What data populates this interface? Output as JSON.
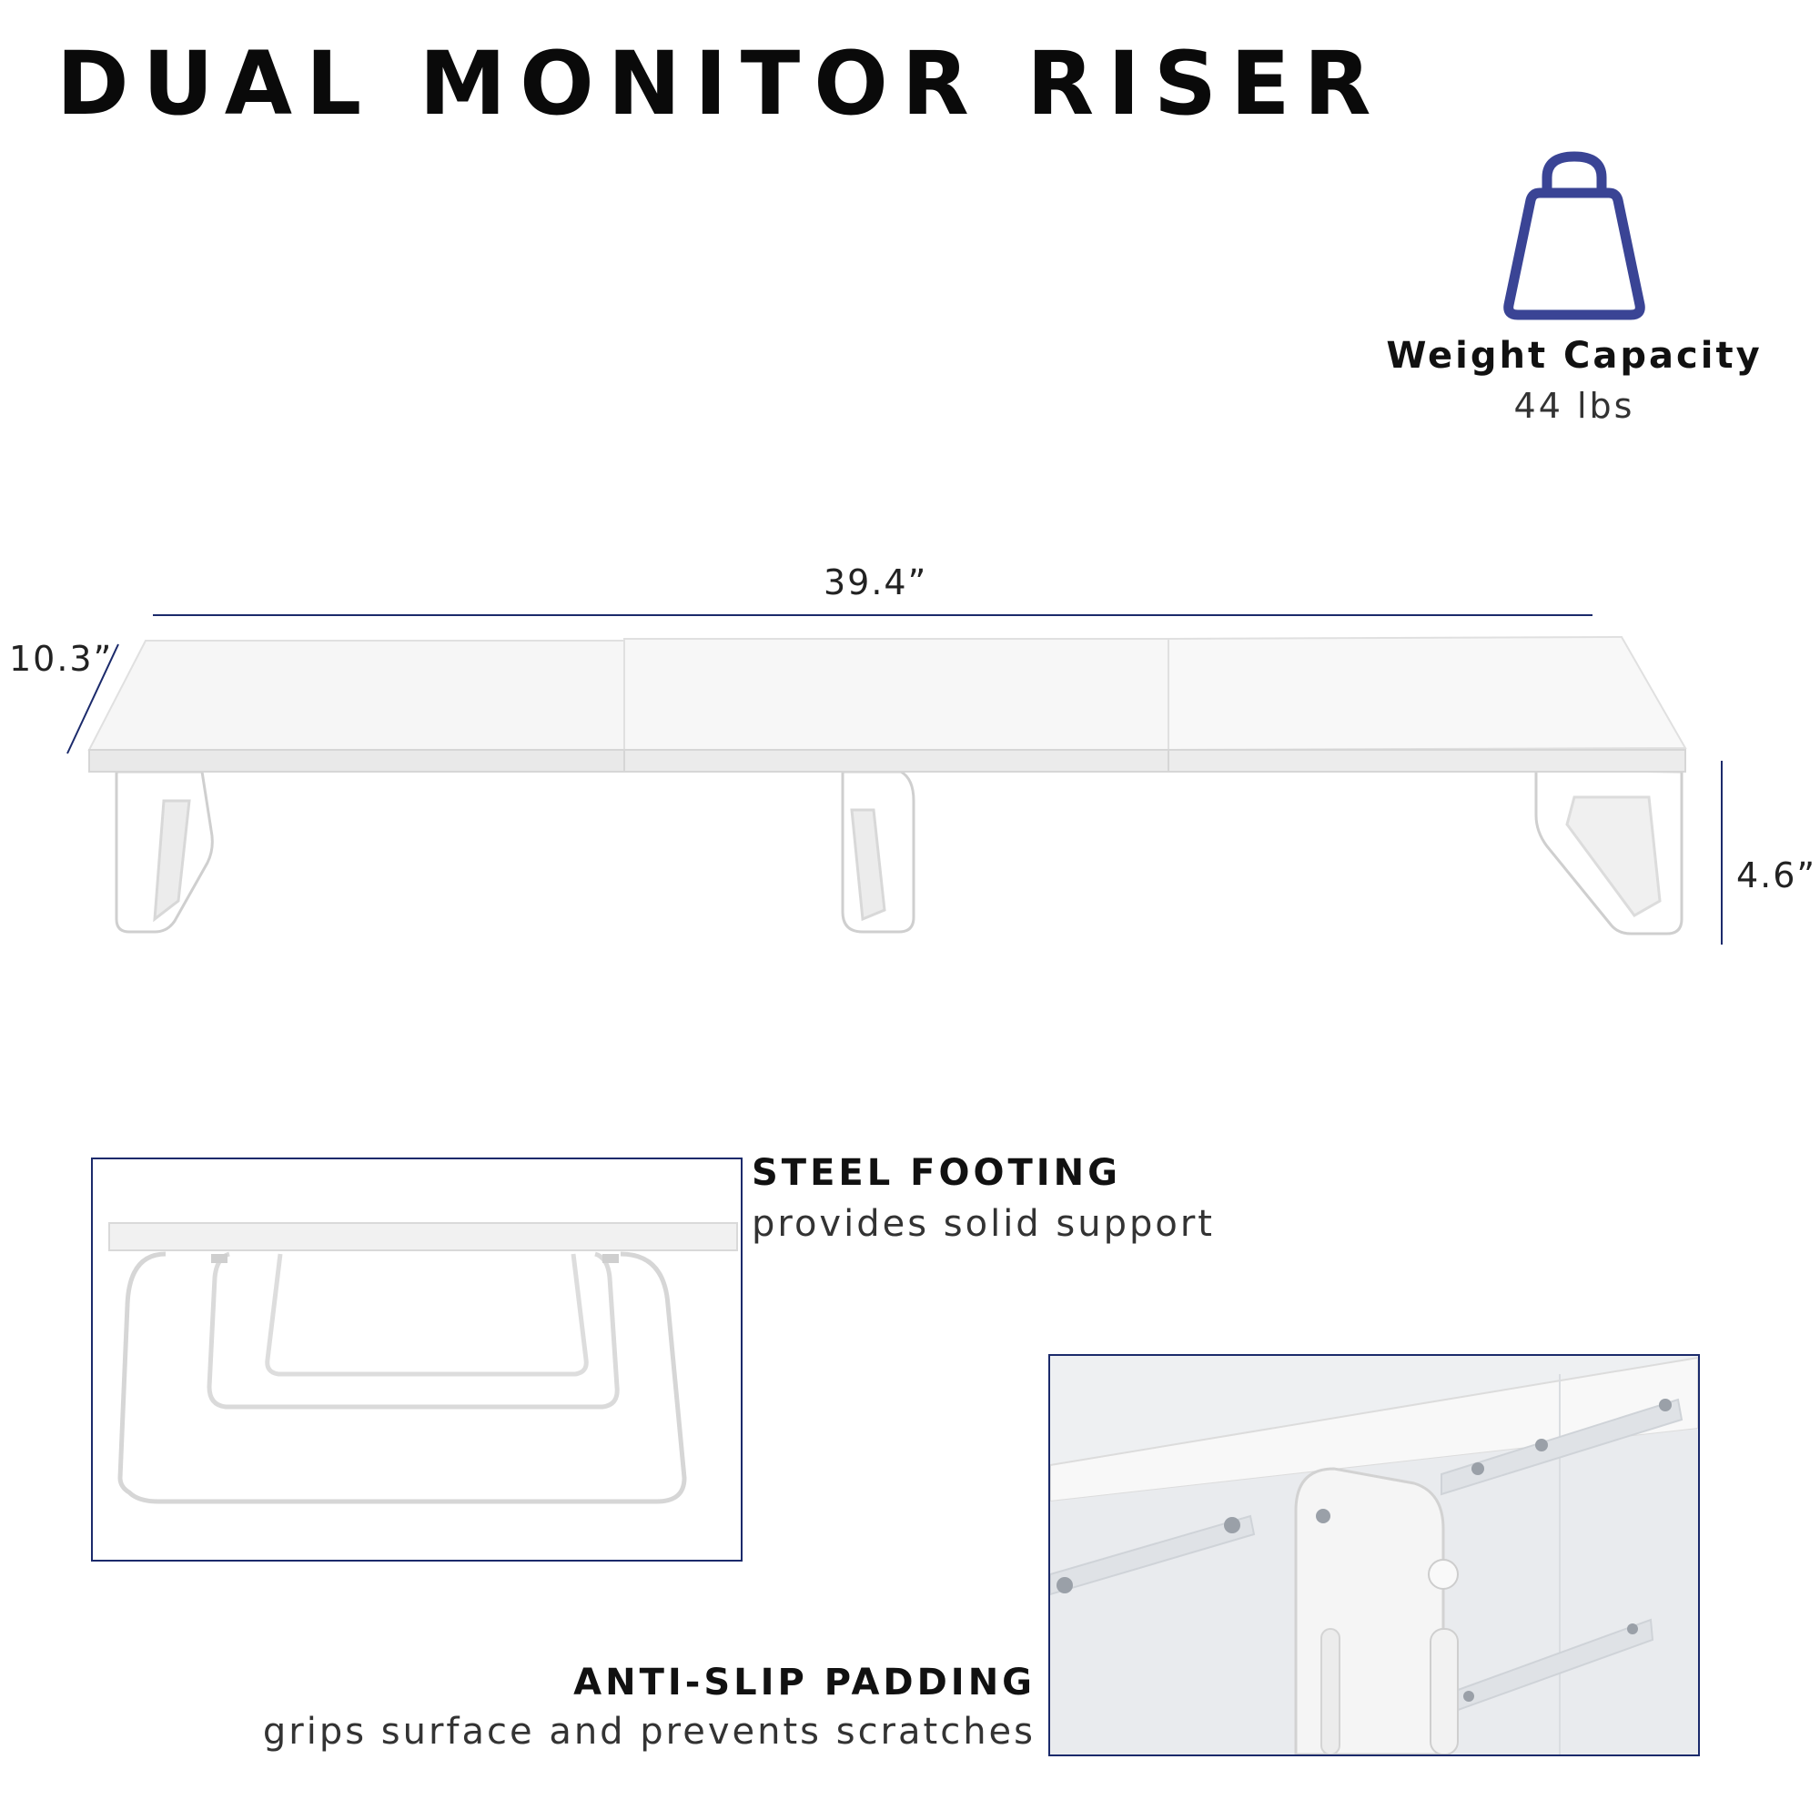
{
  "title": "DUAL MONITOR RISER",
  "weight": {
    "icon": "weight-icon",
    "label": "Weight Capacity",
    "value": "44 lbs"
  },
  "dimensions": {
    "width": "39.4”",
    "depth": "10.3”",
    "height": "4.6”"
  },
  "features": {
    "steel": {
      "title": "STEEL FOOTING",
      "desc": "provides solid support"
    },
    "padding": {
      "title": "ANTI-SLIP PADDING",
      "desc": "grips surface and prevents scratches"
    }
  },
  "colors": {
    "accent": "#1b2a6b",
    "icon_stroke": "#3a4495",
    "shelf": "#f3f3f3",
    "text": "#111111"
  }
}
